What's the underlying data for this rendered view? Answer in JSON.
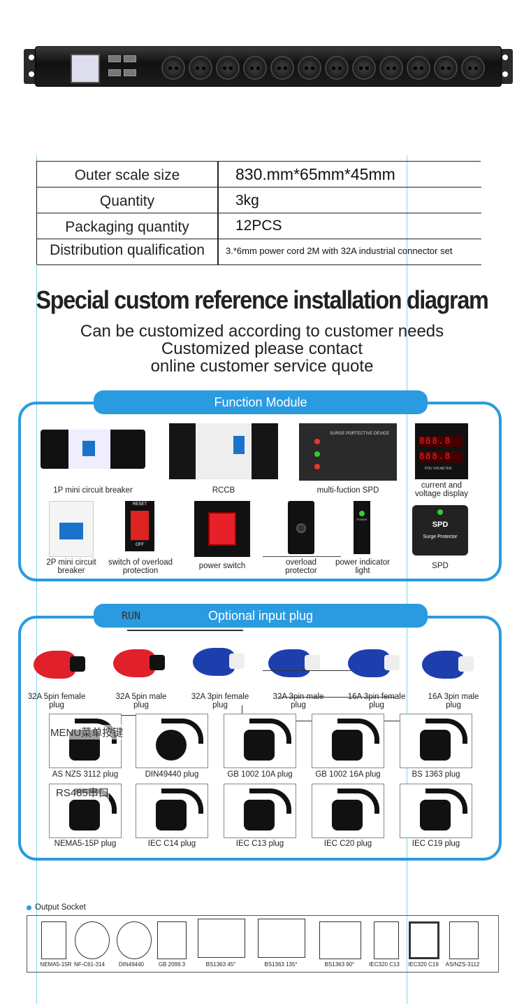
{
  "spec_table": [
    {
      "label": "Outer scale size",
      "value": "830.mm*65mm*45mm"
    },
    {
      "label": "Quantity",
      "value": "3kg"
    },
    {
      "label": "Packaging quantity",
      "value": "12PCS"
    },
    {
      "label": "Distribution qualification",
      "value": "3.*6mm power cord 2M with 32A industrial connector set"
    }
  ],
  "heading": "Special custom reference installation diagram",
  "subtitle_lines": [
    "Can be customized according to customer needs",
    "Customized please contact",
    "online customer service quote"
  ],
  "function_module": {
    "title": "Function Module",
    "items": [
      "1P mini circuit breaker",
      "RCCB",
      "multi-fuction SPD",
      "current and voltage display",
      "2P mini circuit breaker",
      "switch of overload protection",
      "power switch",
      "overload protector",
      "power indicator light",
      "SPD"
    ]
  },
  "spd_labels": {
    "pdu_meter": "PDU V/A METER",
    "spd": "SPD",
    "surge": "Surge Protector",
    "spd_header": "SURGE PORTECTIVE DEVICE",
    "reset": "RESET",
    "off": "OFF",
    "power": "POWER"
  },
  "optional_input": {
    "title": "Optional input plug",
    "overlay_run": "RUN",
    "overlay_menu": "MENU菜单按键",
    "overlay_rs485": "RS485串口",
    "industrial": [
      "32A 5pin female plug",
      "32A 5pin male plug",
      "32A 3pin female plug",
      "32A 3pin male plug",
      "16A 3pin female plug",
      "16A 3pin male plug"
    ],
    "cords_row1": [
      "AS NZS 3112 plug",
      "DIN49440 plug",
      "GB 1002 10A plug",
      "GB 1002 16A plug",
      "BS 1363 plug"
    ],
    "cords_row2": [
      "NEMA5-15P plug",
      "IEC C14 plug",
      "IEC C13 plug",
      "IEC C20 plug",
      "IEC C19 plug"
    ]
  },
  "output_socket": {
    "title": "Output Socket",
    "items": [
      "NEMA5-15R",
      "NF-C61-314",
      "DIN49440",
      "GB 2099.3",
      "BS1363 45°",
      "BS1363 135°",
      "BS1363 90°",
      "IEC320 C13",
      "IEC320 C19",
      "AS/NZS-3112"
    ]
  },
  "colors": {
    "accent": "#2a9be0",
    "industrial_red": "#e0202a",
    "industrial_blue": "#1d3fae"
  }
}
